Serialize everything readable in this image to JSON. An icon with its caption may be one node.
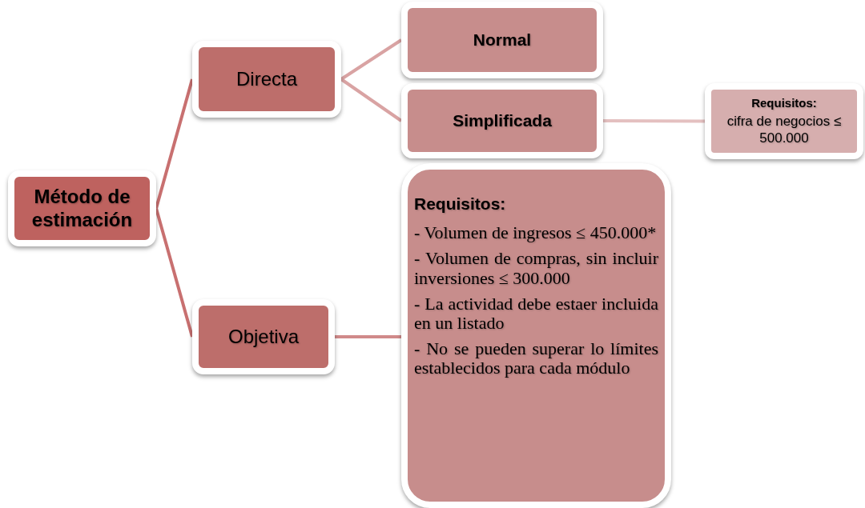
{
  "diagram": {
    "nodes": [
      {
        "text": [
          "Método de estimación"
        ]
      },
      {
        "text": [
          "Directa"
        ]
      },
      {
        "text": [
          "Normal"
        ]
      },
      {
        "text": [
          "Simplificada"
        ]
      },
      {
        "text": [
          "Requisitos:",
          "cifra de negocios ≤ 500.000"
        ]
      },
      {
        "text": [
          "Objetiva"
        ]
      },
      {
        "text": [
          "Requisitos:",
          "- Volumen de ingresos ≤ 450.000*",
          "- Volumen de compras, sin incluir inversiones ≤ 300.000",
          "- La actividad debe estaer incluida en un listado",
          "- No se pueden superar lo límites establecidos para cada módulo"
        ]
      }
    ],
    "edges": [
      {
        "from": 0,
        "to": 1,
        "arrow": "none"
      },
      {
        "from": 0,
        "to": 5,
        "arrow": "none"
      },
      {
        "from": 1,
        "to": 2,
        "arrow": "none",
        "color": "#d9a3a3"
      },
      {
        "from": 1,
        "to": 3,
        "arrow": "none",
        "color": "#d9a3a3"
      },
      {
        "from": 3,
        "to": 4,
        "arrow": "none",
        "color": "#e4c0c0"
      },
      {
        "from": 5,
        "to": 6,
        "arrow": "none",
        "color": "#d08a8a"
      }
    ]
  }
}
